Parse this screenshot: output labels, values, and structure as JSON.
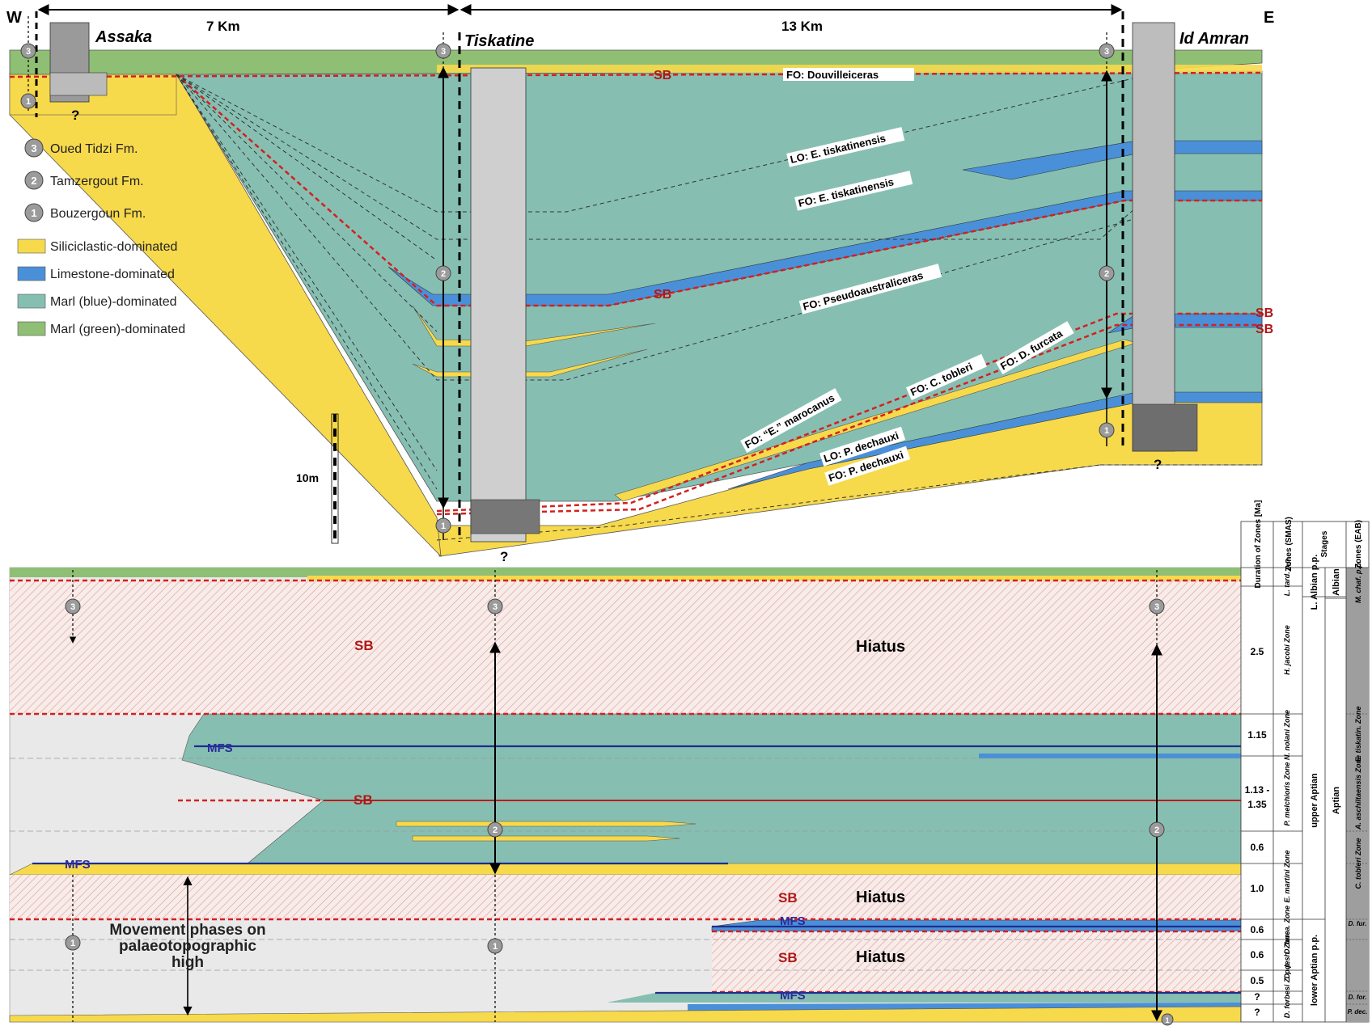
{
  "compass": {
    "west": "W",
    "east": "E"
  },
  "distances": {
    "assaka_tiskatine": "7 Km",
    "tiskatine_idamran": "13 Km"
  },
  "sections": {
    "assaka": "Assaka",
    "tiskatine": "Tiskatine",
    "idamran": "Id Amran"
  },
  "legend": {
    "formations": [
      {
        "num": "3",
        "label": "Oued Tidzi Fm."
      },
      {
        "num": "2",
        "label": "Tamzergout Fm."
      },
      {
        "num": "1",
        "label": "Bouzergoun Fm."
      }
    ],
    "lithologies": [
      {
        "label": "Siliciclastic-dominated",
        "color": "#f7d94c"
      },
      {
        "label": "Limestone-dominated",
        "color": "#4a90d9"
      },
      {
        "label": "Marl (blue)-dominated",
        "color": "#86bfb2"
      },
      {
        "label": "Marl (green)-dominated",
        "color": "#8fbf74"
      }
    ]
  },
  "scale_label": "10m",
  "unknown_mark": "?",
  "top_annotations": {
    "sb": "SB",
    "fo_douvilleiceras": "FO: Douvilleiceras",
    "lo_tiskatinensis": "LO: E. tiskatinensis",
    "fo_tiskatinensis": "FO: E. tiskatinensis",
    "fo_pseudoaustraliceras": "FO: Pseudoaustraliceras",
    "fo_marocanus": "FO: “E.” marocanus",
    "fo_tobleri": "FO: C. tobleri",
    "fo_furcata": "FO: D. furcata",
    "lo_dechauxi": "LO: P. dechauxi",
    "fo_dechauxi": "FO: P. dechauxi"
  },
  "bottom_annotations": {
    "sb": "SB",
    "hiatus": "Hiatus",
    "mfs": "MFS",
    "movement": [
      "Movement phases on",
      "palaeotopographic",
      "high"
    ]
  },
  "table": {
    "headers": [
      "Duration of Zones [Ma]",
      "Zones (SMAS)",
      "Stages",
      "Zones (EAB)"
    ],
    "durations": [
      "2.5",
      "1.15",
      "1.13 -",
      "1.35",
      "0.6",
      "1.0",
      "0.6",
      "0.6",
      "0.5",
      "?",
      "?"
    ],
    "smas_zones": [
      "L. tard. p.p.",
      "H. jacobi Zone",
      "N. nolani Zone",
      "P. melchioris Zone",
      "E. martini Zone",
      "D. furca. Zone",
      "D. desh. Zone",
      "D. forbesi Z. p.p."
    ],
    "stages_sub": [
      "L. Albian p.p.",
      "upper Aptian",
      "lower Aptian p.p."
    ],
    "stages": [
      "Albian",
      "Aptian"
    ],
    "eab_zones": [
      "M. chaf. p.p.",
      "E. tiskatin. Zone",
      "A. aschiltaensis Zone",
      "C. tobleri Zone",
      "D. fur.",
      "D. for.",
      "P. dec."
    ]
  }
}
